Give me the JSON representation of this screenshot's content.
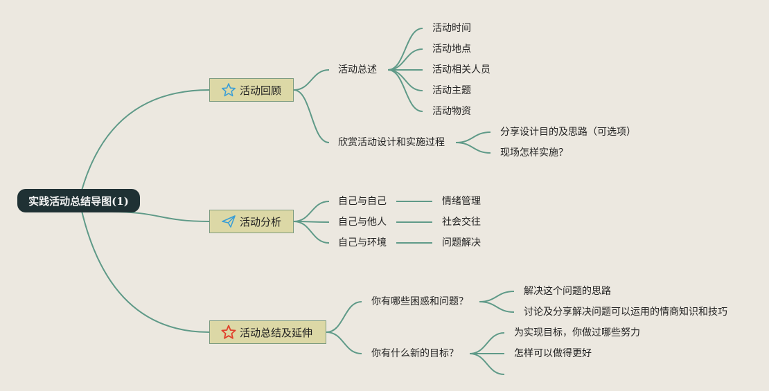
{
  "root": {
    "label": "实践活动总结导图(1)"
  },
  "colors": {
    "background": "#ece8e0",
    "line": "#5f9a88",
    "root_fill": "#1f3134",
    "topic_fill": "#dcd8a6",
    "star_outline_blue": "#3a9ed6",
    "plane_icon_blue": "#3a9ed6",
    "star_outline_red": "#e0402c"
  },
  "branches": [
    {
      "label": "活动回顾",
      "icon": "star-outline-icon",
      "children": [
        {
          "label": "活动总述",
          "children": [
            "活动时间",
            "活动地点",
            "活动相关人员",
            "活动主题",
            "活动物资"
          ]
        },
        {
          "label": "欣赏活动设计和实施过程",
          "children": [
            "分享设计目的及思路（可选项）",
            "现场怎样实施？"
          ]
        }
      ]
    },
    {
      "label": "活动分析",
      "icon": "paper-plane-icon",
      "children": [
        {
          "label": "自己与自己",
          "children": [
            "情绪管理"
          ]
        },
        {
          "label": "自己与他人",
          "children": [
            "社会交往"
          ]
        },
        {
          "label": "自己与环境",
          "children": [
            "问题解决"
          ]
        }
      ]
    },
    {
      "label": "活动总结及延伸",
      "icon": "red-star-icon",
      "children": [
        {
          "label": "你有哪些困惑和问题？",
          "children": [
            "解决这个问题的思路",
            "讨论及分享解决问题可以运用的情商知识和技巧"
          ]
        },
        {
          "label": "你有什么新的目标？",
          "children": [
            "为实现目标，你做过哪些努力",
            "怎样可以做得更好",
            ""
          ]
        }
      ]
    }
  ]
}
